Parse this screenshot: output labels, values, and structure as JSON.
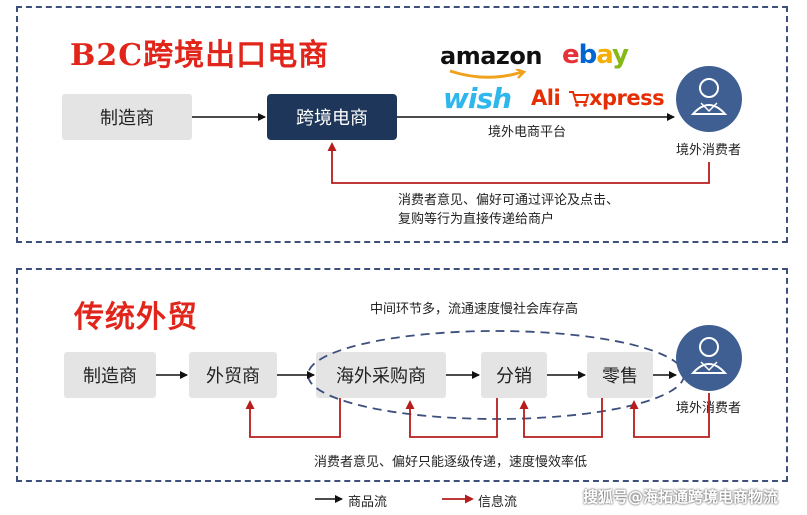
{
  "b2c": {
    "title": "B2C跨境出口电商",
    "boxes": {
      "manufacturer": "制造商",
      "crossborder": "跨境电商"
    },
    "platform_label": "境外电商平台",
    "platform_logos": {
      "amazon": "amazon",
      "ebay_e": "e",
      "ebay_b": "b",
      "ebay_a": "a",
      "ebay_y": "y",
      "wish": "wish",
      "aliexpress_ali": "Ali",
      "aliexpress_xpress": "xpress"
    },
    "consumer_label": "境外消费者",
    "feedback_line1": "消费者意见、偏好可通过评论及点击、",
    "feedback_line2": "复购等行为直接传递给商户"
  },
  "traditional": {
    "title": "传统外贸",
    "note_top": "中间环节多，流通速度慢社会库存高",
    "boxes": {
      "manufacturer": "制造商",
      "trader": "外贸商",
      "overseas_purchaser": "海外采购商",
      "distribution": "分销",
      "retail": "零售"
    },
    "consumer_label": "境外消费者",
    "feedback_text": "消费者意见、偏好只能逐级传递，速度慢效率低"
  },
  "legend": {
    "goods_flow": "商品流",
    "info_flow": "信息流"
  },
  "watermark": "搜狐号@海拓通跨境电商物流",
  "colors": {
    "title_red": "#e1251b",
    "dark_box": "#1d3659",
    "consumer_circle": "#3f5f93",
    "info_arrow": "#b71c1c",
    "goods_arrow": "#111111",
    "border": "#3d4f7c"
  }
}
